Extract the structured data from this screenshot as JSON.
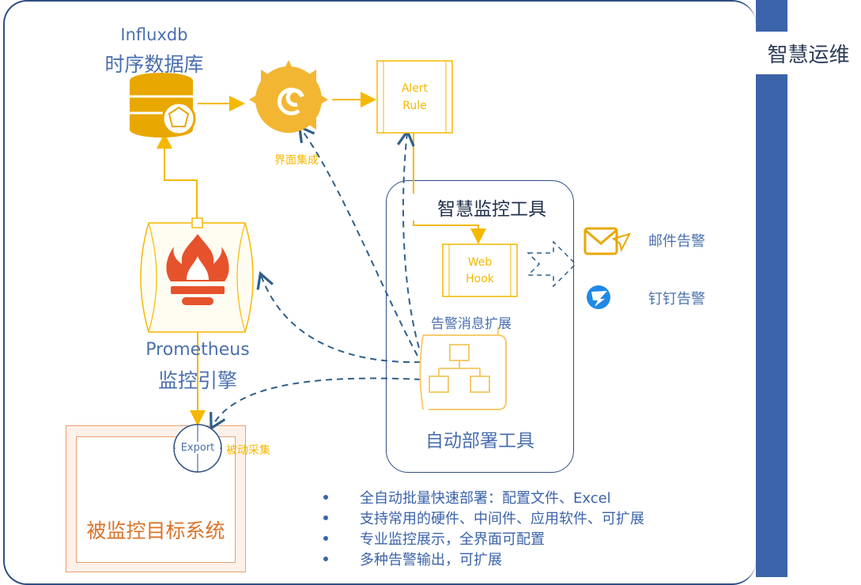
{
  "side_label": "智慧运维",
  "influxdb": {
    "line1": "Influxdb",
    "line2": "时序数据库"
  },
  "grafana_label": "界面集成",
  "alert_rule": {
    "line1": "Alert",
    "line2": "Rule"
  },
  "tool_box_title": "智慧监控工具",
  "webhook": {
    "line1": "Web",
    "line2": "Hook"
  },
  "mail_alert": "邮件告警",
  "dingtalk_alert": "钉钉告警",
  "ext_label": "告警消息扩展",
  "prometheus": {
    "line1": "Prometheus",
    "line2": "监控引擎"
  },
  "deploy_tool": "自动部署工具",
  "export_label": "Export",
  "passive_collect": "被动采集",
  "target_system": "被监控目标系统",
  "bullets": [
    "全自动批量快速部署：配置文件、Excel",
    "支持常用的硬件、中间件、应用软件、可扩展",
    "专业监控展示，全界面可配置",
    "多种告警输出，可扩展"
  ],
  "colors": {
    "accent_yellow": "#f5b800",
    "accent_blue": "#3b63aa",
    "prometheus_red": "#e6522c",
    "orange": "#d9732a"
  }
}
